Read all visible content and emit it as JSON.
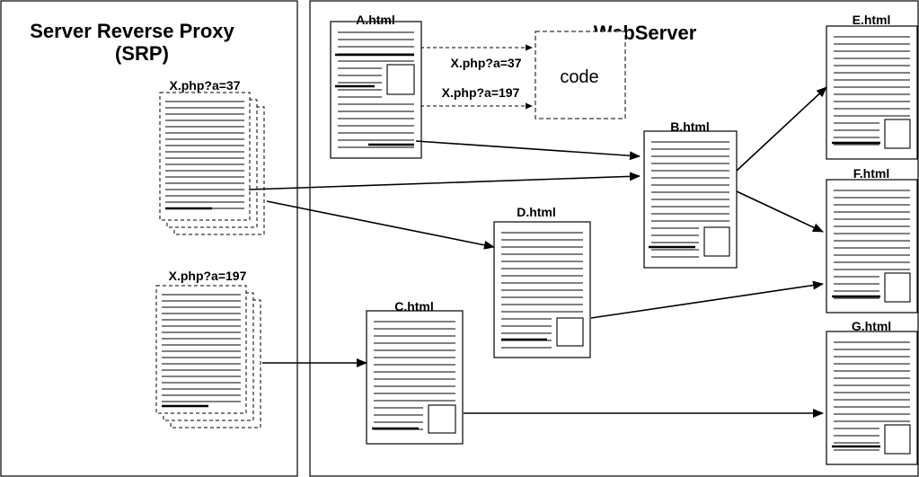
{
  "srp_panel": {
    "title_line1": "Server Reverse Proxy",
    "title_line2": "(SRP)"
  },
  "webserver_panel": {
    "title": "WebServer"
  },
  "cached_pages": [
    {
      "label": "X.php?a=37"
    },
    {
      "label": "X.php?a=197"
    }
  ],
  "code_box": {
    "label": "code"
  },
  "code_calls": [
    {
      "label": "X.php?a=37"
    },
    {
      "label": "X.php?a=197"
    }
  ],
  "pages": {
    "a": "A.html",
    "b": "B.html",
    "c": "C.html",
    "d": "D.html",
    "e": "E.html",
    "f": "F.html",
    "g": "G.html"
  }
}
